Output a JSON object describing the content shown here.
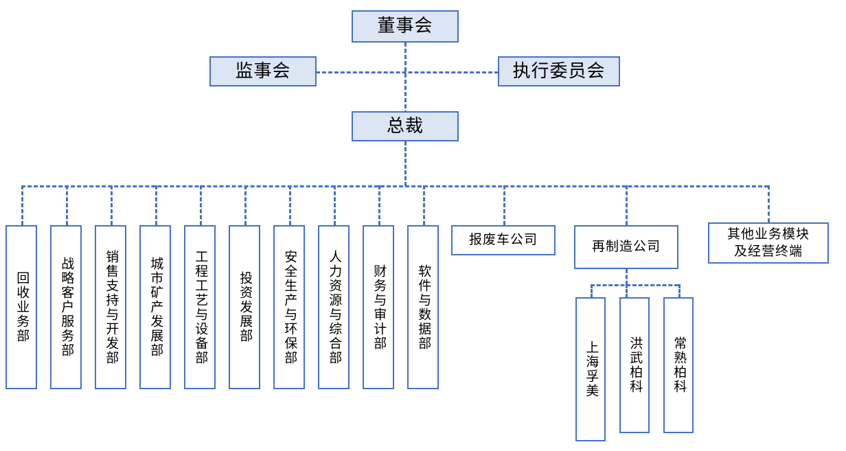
{
  "diagram": {
    "title_node": {
      "label": "董事会"
    },
    "level2": {
      "left": {
        "label": "监事会"
      },
      "right": {
        "label": "执行委员会"
      }
    },
    "level3": {
      "label": "总裁"
    },
    "departments": [
      {
        "label": "回收业务部"
      },
      {
        "label": "战略客户服务部"
      },
      {
        "label": "销售支持与开发部"
      },
      {
        "label": "城市矿产发展部"
      },
      {
        "label": "工程工艺与设备部"
      },
      {
        "label": "投资发展部"
      },
      {
        "label": "安全生产与环保部"
      },
      {
        "label": "人力资源与综合部"
      },
      {
        "label": "财务与审计部"
      },
      {
        "label": "软件与数据部"
      }
    ],
    "subsidiaries": [
      {
        "label": "报废车公司"
      },
      {
        "label": "再制造公司"
      }
    ],
    "other_module": {
      "line1": "其他业务模块",
      "line2": "及经营终端"
    },
    "remanufacturing_children": [
      {
        "label": "上海孚美"
      },
      {
        "label": "洪武柏科"
      },
      {
        "label": "常熟柏科"
      }
    ],
    "colors": {
      "border": "#4472c4",
      "fill_accent": "#dce5f4",
      "fill_plain": "#ffffff",
      "connector": "#4472c4",
      "text": "#000000"
    }
  }
}
